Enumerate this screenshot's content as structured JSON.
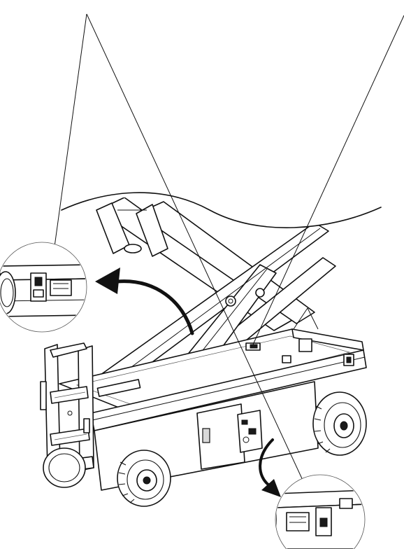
{
  "figure": {
    "subject": "scissor-lift-platform-detail",
    "callouts": [
      {
        "name": "upper-left-inset"
      },
      {
        "name": "lower-right-inset"
      }
    ]
  }
}
